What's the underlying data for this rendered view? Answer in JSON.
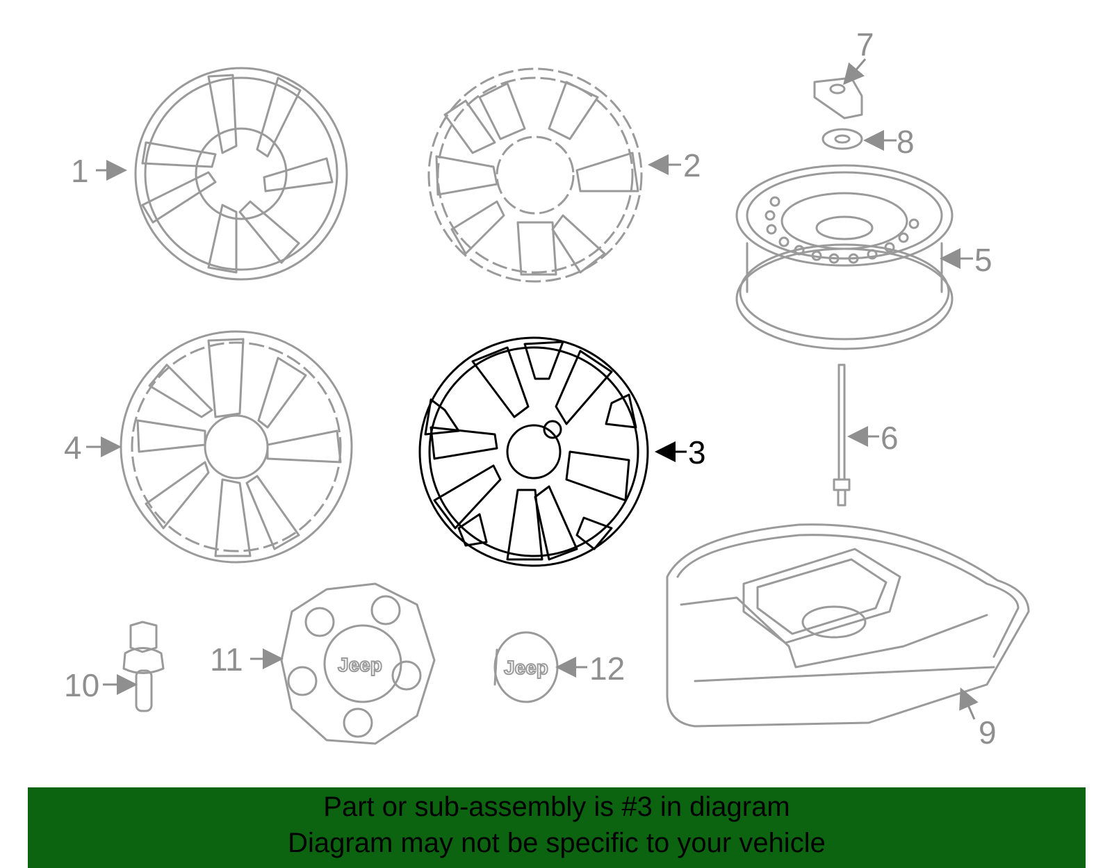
{
  "callouts": [
    {
      "id": "1",
      "label": "1"
    },
    {
      "id": "2",
      "label": "2"
    },
    {
      "id": "3",
      "label": "3"
    },
    {
      "id": "4",
      "label": "4"
    },
    {
      "id": "5",
      "label": "5"
    },
    {
      "id": "6",
      "label": "6"
    },
    {
      "id": "7",
      "label": "7"
    },
    {
      "id": "8",
      "label": "8"
    },
    {
      "id": "9",
      "label": "9"
    },
    {
      "id": "10",
      "label": "10"
    },
    {
      "id": "11",
      "label": "11"
    },
    {
      "id": "12",
      "label": "12"
    }
  ],
  "highlighted_part": "3",
  "logo_text": {
    "cap_11": "Jeep",
    "cap_12": "Jeep"
  },
  "banner": {
    "line1": "Part or sub-assembly is #3 in diagram",
    "line2": "Diagram may not be specific to your vehicle"
  },
  "colors": {
    "banner_bg": "#0c6410",
    "part_line": "#9a9a9a",
    "highlight_line": "#000000"
  }
}
